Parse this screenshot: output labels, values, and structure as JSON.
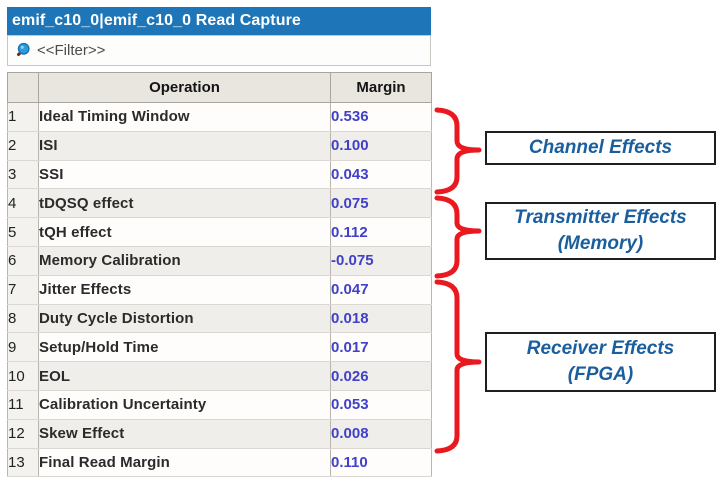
{
  "window": {
    "title": "emif_c10_0|emif_c10_0 Read Capture"
  },
  "filter": {
    "placeholder": "<<Filter>>"
  },
  "table": {
    "columns": {
      "operation": "Operation",
      "margin": "Margin"
    },
    "rows": [
      {
        "num": "1",
        "operation": "Ideal Timing Window",
        "margin": "0.536"
      },
      {
        "num": "2",
        "operation": "ISI",
        "margin": "0.100"
      },
      {
        "num": "3",
        "operation": "SSI",
        "margin": "0.043"
      },
      {
        "num": "4",
        "operation": "tDQSQ effect",
        "margin": "0.075"
      },
      {
        "num": "5",
        "operation": "tQH effect",
        "margin": "0.112"
      },
      {
        "num": "6",
        "operation": "Memory Calibration",
        "margin": "-0.075"
      },
      {
        "num": "7",
        "operation": "Jitter Effects",
        "margin": "0.047"
      },
      {
        "num": "8",
        "operation": "Duty Cycle Distortion",
        "margin": "0.018"
      },
      {
        "num": "9",
        "operation": "Setup/Hold Time",
        "margin": "0.017"
      },
      {
        "num": "10",
        "operation": "EOL",
        "margin": "0.026"
      },
      {
        "num": "11",
        "operation": "Calibration Uncertainty",
        "margin": "0.053"
      },
      {
        "num": "12",
        "operation": "Skew Effect",
        "margin": "0.008"
      },
      {
        "num": "13",
        "operation": "Final Read Margin",
        "margin": "0.110"
      }
    ]
  },
  "annotations": [
    {
      "line1": "Channel Effects",
      "line2": ""
    },
    {
      "line1": "Transmitter Effects",
      "line2": "(Memory)"
    },
    {
      "line1": "Receiver Effects",
      "line2": "(FPGA)"
    }
  ],
  "colors": {
    "title_bar_blue": "#1e76b9",
    "margin_value_blue": "#4040c8",
    "brace_red": "#e9191f",
    "annotation_text_blue": "#1b5e9d"
  }
}
